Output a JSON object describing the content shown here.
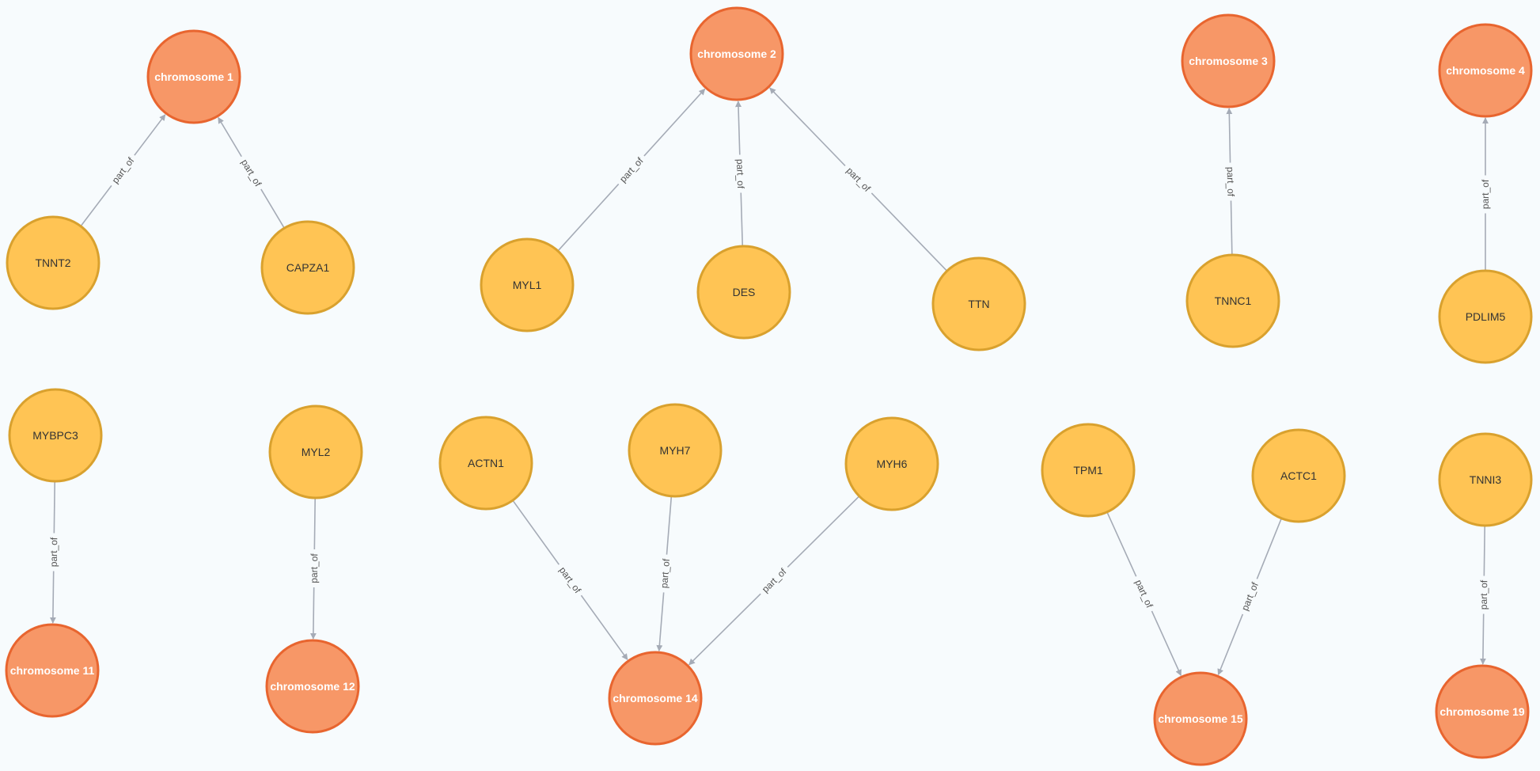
{
  "graph": {
    "relationship_label": "part_of",
    "styles": {
      "gene": {
        "fill": "#ffc454",
        "stroke": "#d9a12e",
        "text": "#333333"
      },
      "chromosome": {
        "fill": "#f79767",
        "stroke": "#e8652f",
        "text": "#ffffff"
      },
      "edge": "#a5abb6"
    },
    "nodes": [
      {
        "id": "chr1",
        "label": "chromosome 1",
        "type": "chromosome"
      },
      {
        "id": "chr2",
        "label": "chromosome 2",
        "type": "chromosome"
      },
      {
        "id": "chr3",
        "label": "chromosome 3",
        "type": "chromosome"
      },
      {
        "id": "chr4",
        "label": "chromosome 4",
        "type": "chromosome"
      },
      {
        "id": "chr11",
        "label": "chromosome 11",
        "type": "chromosome"
      },
      {
        "id": "chr12",
        "label": "chromosome 12",
        "type": "chromosome"
      },
      {
        "id": "chr14",
        "label": "chromosome 14",
        "type": "chromosome"
      },
      {
        "id": "chr15",
        "label": "chromosome 15",
        "type": "chromosome"
      },
      {
        "id": "chr19",
        "label": "chromosome 19",
        "type": "chromosome"
      },
      {
        "id": "TNNT2",
        "label": "TNNT2",
        "type": "gene"
      },
      {
        "id": "CAPZA1",
        "label": "CAPZA1",
        "type": "gene"
      },
      {
        "id": "MYL1",
        "label": "MYL1",
        "type": "gene"
      },
      {
        "id": "DES",
        "label": "DES",
        "type": "gene"
      },
      {
        "id": "TTN",
        "label": "TTN",
        "type": "gene"
      },
      {
        "id": "TNNC1",
        "label": "TNNC1",
        "type": "gene"
      },
      {
        "id": "PDLIM5",
        "label": "PDLIM5",
        "type": "gene"
      },
      {
        "id": "MYBPC3",
        "label": "MYBPC3",
        "type": "gene"
      },
      {
        "id": "MYL2",
        "label": "MYL2",
        "type": "gene"
      },
      {
        "id": "ACTN1",
        "label": "ACTN1",
        "type": "gene"
      },
      {
        "id": "MYH7",
        "label": "MYH7",
        "type": "gene"
      },
      {
        "id": "MYH6",
        "label": "MYH6",
        "type": "gene"
      },
      {
        "id": "TPM1",
        "label": "TPM1",
        "type": "gene"
      },
      {
        "id": "ACTC1",
        "label": "ACTC1",
        "type": "gene"
      },
      {
        "id": "TNNI3",
        "label": "TNNI3",
        "type": "gene"
      }
    ],
    "edges": [
      {
        "source": "TNNT2",
        "target": "chr1"
      },
      {
        "source": "CAPZA1",
        "target": "chr1"
      },
      {
        "source": "MYL1",
        "target": "chr2"
      },
      {
        "source": "DES",
        "target": "chr2"
      },
      {
        "source": "TTN",
        "target": "chr2"
      },
      {
        "source": "TNNC1",
        "target": "chr3"
      },
      {
        "source": "PDLIM5",
        "target": "chr4"
      },
      {
        "source": "MYBPC3",
        "target": "chr11"
      },
      {
        "source": "MYL2",
        "target": "chr12"
      },
      {
        "source": "ACTN1",
        "target": "chr14"
      },
      {
        "source": "MYH7",
        "target": "chr14"
      },
      {
        "source": "MYH6",
        "target": "chr14"
      },
      {
        "source": "TPM1",
        "target": "chr15"
      },
      {
        "source": "ACTC1",
        "target": "chr15"
      },
      {
        "source": "TNNI3",
        "target": "chr19"
      }
    ]
  }
}
